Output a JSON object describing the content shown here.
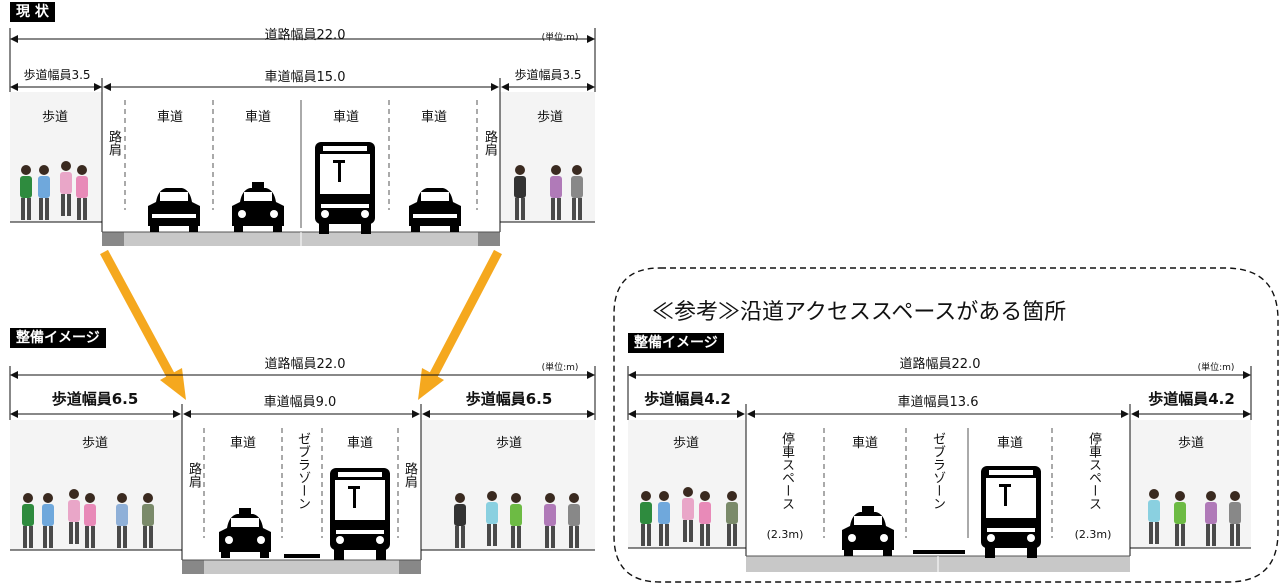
{
  "current": {
    "badge": "現 状",
    "road_width": "道路幅員22.0",
    "unit": "(単位:m)",
    "sidewalk_left": "歩道幅員3.5",
    "roadway": "車道幅員15.0",
    "sidewalk_right": "歩道幅員3.5",
    "zones": {
      "sidewalk": "歩道",
      "shoulder": "路肩",
      "lane": "車道"
    }
  },
  "plan": {
    "badge": "整備イメージ",
    "road_width": "道路幅員22.0",
    "unit": "(単位:m)",
    "sidewalk_left": "歩道幅員6.5",
    "roadway": "車道幅員9.0",
    "sidewalk_right": "歩道幅員6.5",
    "zones": {
      "sidewalk": "歩道",
      "shoulder": "路肩",
      "lane": "車道",
      "zebra": "ゼブラゾーン"
    }
  },
  "reference": {
    "title": "≪参考≫沿道アクセススペースがある箇所",
    "badge": "整備イメージ",
    "road_width": "道路幅員22.0",
    "unit": "(単位:m)",
    "sidewalk_left": "歩道幅員4.2",
    "roadway": "車道幅員13.6",
    "sidewalk_right": "歩道幅員4.2",
    "zones": {
      "sidewalk": "歩道",
      "lane": "車道",
      "zebra": "ゼブラゾーン",
      "stop_space": "停車スペース",
      "stop_width": "(2.3m)"
    }
  },
  "colors": {
    "arrow": "#f5a81e",
    "pavement": "#c8c8c8",
    "curb": "#888888",
    "dashed": "#555555"
  }
}
